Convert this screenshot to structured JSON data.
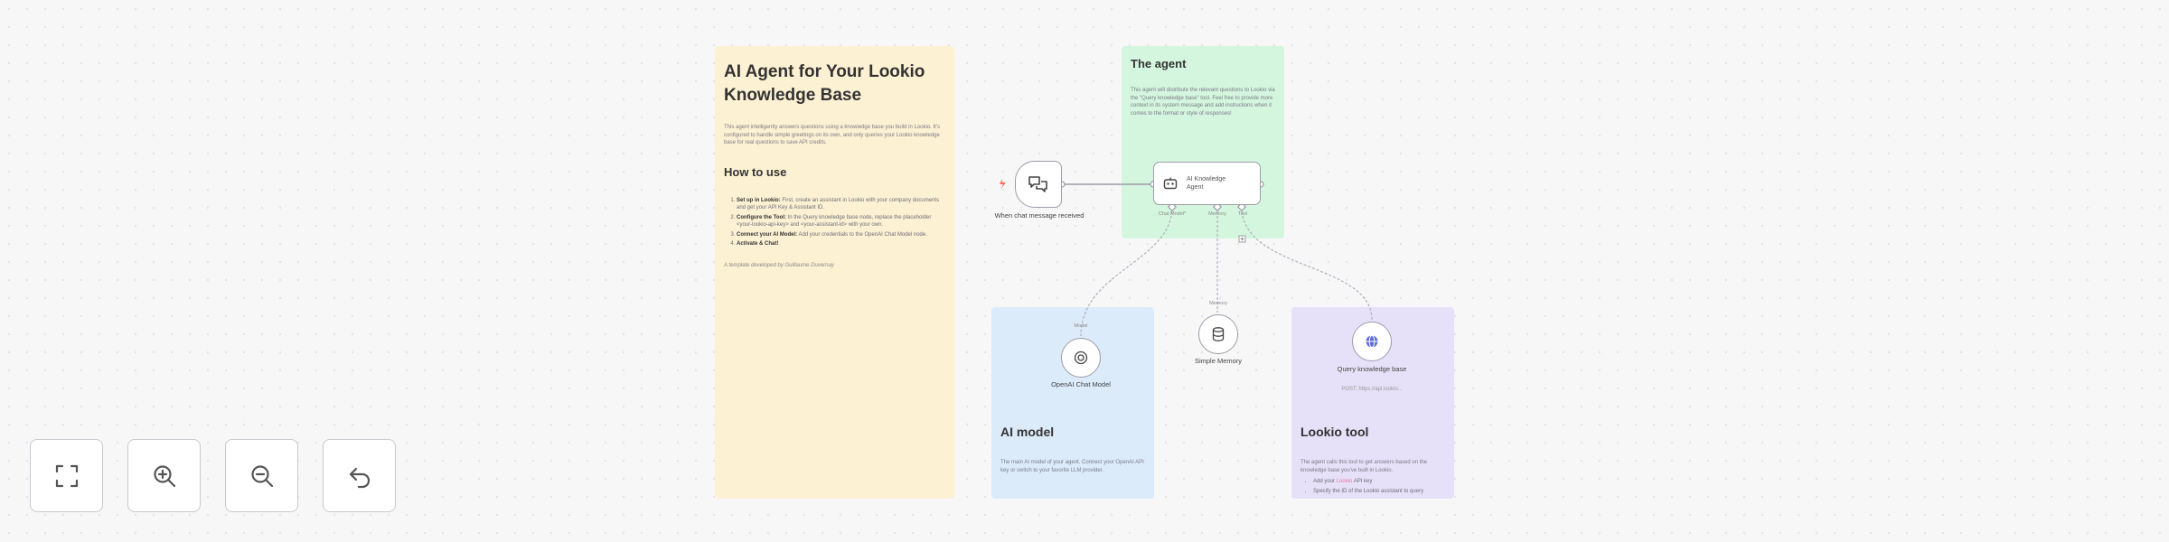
{
  "sticky_intro": {
    "title": "AI Agent for Your Lookio Knowledge Base",
    "description": "This agent intelligently answers questions using a knowledge base you build in Lookio. It's configured to handle simple greetings on its own, and only queries your Lookio knowledge base for real questions to save API credits.",
    "how_to_heading": "How to use",
    "steps": [
      {
        "bold": "Set up in Lookio:",
        "text": " First, create an assistant in Lookio with your company documents and get your API Key & Assistant ID."
      },
      {
        "bold": "Configure the Tool:",
        "text": " In the Query knowledge base node, replace the placeholder <your-lookio-api-key> and <your-assistant-id> with your own."
      },
      {
        "bold": "Connect your AI Model:",
        "text": " Add your credentials to the OpenAI Chat Model node."
      },
      {
        "bold": "Activate & Chat!",
        "text": ""
      }
    ],
    "footer": "A template developed by Guillaume Duvernay"
  },
  "sticky_agent": {
    "title": "The agent",
    "description": "This agent will distribute the relevant questions to Lookio via the \"Query knowledge base\" tool. Feel free to provide more context in its system message and add instructions when it comes to the format or style of responses!"
  },
  "sticky_model": {
    "title": "AI model",
    "description": "The main AI model of your agent. Connect your OpenAI API key or switch to your favorite LLM provider."
  },
  "sticky_tool": {
    "title": "Lookio tool",
    "description": "The agent calls this tool to get answers based on the knowledge base you've built in Lookio.",
    "bullets": [
      {
        "pre": "Add your ",
        "link": "Lookio",
        "post": " API key"
      },
      {
        "pre": "Specify the ID of the Lookio assistant to query",
        "link": "",
        "post": ""
      }
    ]
  },
  "nodes": {
    "trigger_label": "When chat message received",
    "agent_label": "AI Knowledge Agent",
    "agent_ports": [
      "Chat Model*",
      "Memory",
      "Tool"
    ],
    "openai_label": "OpenAI Chat Model",
    "openai_port": "Model",
    "memory_label": "Simple Memory",
    "memory_port": "Memory",
    "query_label": "Query knowledge base",
    "query_sub": "POST: https://api.lookio..."
  },
  "colors": {
    "trigger_arrow": "#ff6d5a",
    "sticky_yellow": "#fdf1d3",
    "sticky_green": "#d4f6df",
    "sticky_blue": "#dcebfa",
    "sticky_purple": "#e6e1f8",
    "link_pink": "#e47c9a",
    "node_border": "#9c9ca8"
  },
  "toolbar": {
    "fit_icon": "fit-view-icon",
    "zoom_in_icon": "zoom-in-icon",
    "zoom_out_icon": "zoom-out-icon",
    "reset_icon": "reset-zoom-icon"
  }
}
